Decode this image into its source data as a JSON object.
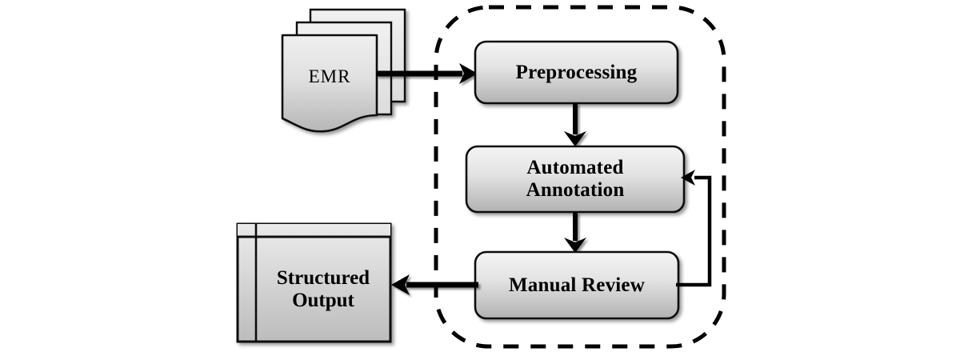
{
  "diagram": {
    "title": "EMR annotation pipeline flowchart",
    "input": {
      "name": "emr-document-stack",
      "label": "EMR",
      "shape": "stacked-documents",
      "copies": 3
    },
    "pipeline_boundary": {
      "name": "pipeline-boundary",
      "style": "dashed-rounded-rectangle",
      "label": ""
    },
    "steps": [
      {
        "id": "preprocessing",
        "label": "Preprocessing"
      },
      {
        "id": "automated-annotation",
        "label": "Automated\nAnnotation"
      },
      {
        "id": "manual-review",
        "label": "Manual Review"
      }
    ],
    "output": {
      "name": "structured-output-table",
      "label": "Structured\nOutput",
      "shape": "table"
    },
    "connectors": [
      {
        "id": "emr-to-preprocessing",
        "from": "EMR",
        "to": "Preprocessing",
        "direction": "right"
      },
      {
        "id": "preprocessing-to-annotation",
        "from": "Preprocessing",
        "to": "Automated Annotation",
        "direction": "down"
      },
      {
        "id": "annotation-to-review",
        "from": "Automated Annotation",
        "to": "Manual Review",
        "direction": "down"
      },
      {
        "id": "review-feedback-to-annotation",
        "from": "Manual Review",
        "to": "Automated Annotation",
        "direction": "feedback-loop"
      },
      {
        "id": "review-to-output",
        "from": "Manual Review",
        "to": "Structured Output",
        "direction": "left"
      }
    ],
    "colors": {
      "stroke": "#000000",
      "box_gradient_top": "#f2f2f2",
      "box_gradient_bottom": "#b4b4b4",
      "doc_gradient_top": "#ededed",
      "doc_gradient_bottom": "#b9b9b9",
      "table_gradient_top": "#e9e9e9",
      "table_gradient_bottom": "#bdbdbd",
      "background": "#ffffff"
    }
  }
}
